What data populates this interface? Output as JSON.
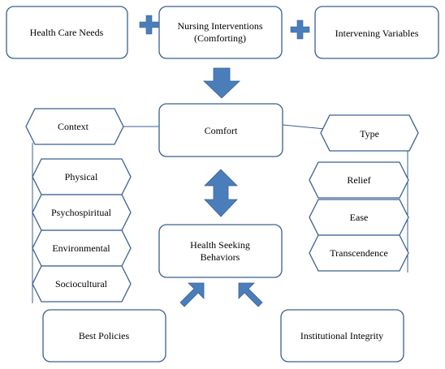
{
  "colors": {
    "box_stroke": "#3b5f92",
    "arrow_fill": "#4a7ebb",
    "text": "#000000",
    "background": "#ffffff"
  },
  "top_row": {
    "health_care_needs": "Health Care Needs",
    "nursing_interventions_line1": "Nursing Interventions",
    "nursing_interventions_line2": "(Comforting)",
    "intervening_variables": "Intervening Variables"
  },
  "center": {
    "comfort": "Comfort",
    "health_seeking_line1": "Health Seeking",
    "health_seeking_line2": "Behaviors"
  },
  "context": {
    "label": "Context",
    "items": [
      "Physical",
      "Psychospiritual",
      "Environmental",
      "Sociocultural"
    ]
  },
  "type": {
    "label": "Type",
    "items": [
      "Relief",
      "Ease",
      "Transcendence"
    ]
  },
  "bottom_row": {
    "best_policies": "Best Policies",
    "institutional_integrity": "Institutional Integrity"
  },
  "icons": [
    "plus-icon",
    "plus-icon",
    "down-arrow-icon",
    "double-arrow-icon",
    "diagonal-arrow-icon",
    "diagonal-arrow-icon"
  ]
}
